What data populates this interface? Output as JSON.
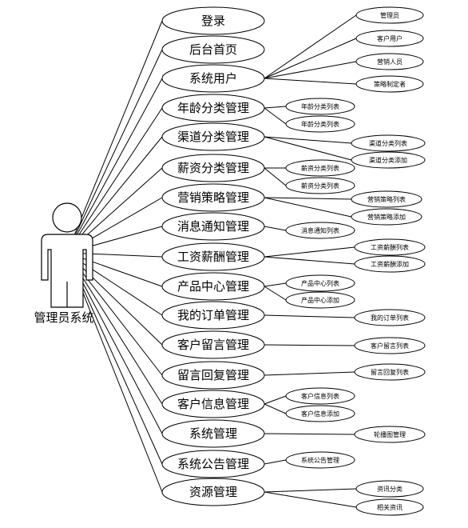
{
  "actor": {
    "label": "管理员系统"
  },
  "modules": [
    {
      "label": "登录",
      "subs": []
    },
    {
      "label": "后台首页",
      "subs": []
    },
    {
      "label": "系统用户",
      "subs": [
        "管理员",
        "客户用户",
        "营销人员",
        "策略制定者"
      ]
    },
    {
      "label": "年龄分类管理",
      "subs": [
        "年龄分类列表",
        "年龄分类列表"
      ]
    },
    {
      "label": "渠道分类管理",
      "subs": [
        "渠道分类列表",
        "渠道分类添加"
      ]
    },
    {
      "label": "薪资分类管理",
      "subs": [
        "薪资分类列表",
        "薪资分类列表"
      ]
    },
    {
      "label": "营销策略管理",
      "subs": [
        "营销策略列表",
        "营销策略添加"
      ]
    },
    {
      "label": "消息通知管理",
      "subs": [
        "消息通知列表"
      ]
    },
    {
      "label": "工资薪酬管理",
      "subs": [
        "工资薪酬列表",
        "工资薪酬添加"
      ]
    },
    {
      "label": "产品中心管理",
      "subs": [
        "产品中心列表",
        "产品中心添加"
      ]
    },
    {
      "label": "我的订单管理",
      "subs": [
        "我的订单列表"
      ]
    },
    {
      "label": "客户留言管理",
      "subs": [
        "客户留言列表"
      ]
    },
    {
      "label": "留言回复管理",
      "subs": [
        "留言回复列表"
      ]
    },
    {
      "label": "客户信息管理",
      "subs": [
        "客户信息列表",
        "客户信息添加"
      ]
    },
    {
      "label": "系统管理",
      "subs": [
        "轮播图管理"
      ]
    },
    {
      "label": "系统公告管理",
      "subs": [
        "系统公告管理"
      ]
    },
    {
      "label": "资源管理",
      "subs": [
        "资讯分类",
        "相关资讯"
      ]
    }
  ]
}
